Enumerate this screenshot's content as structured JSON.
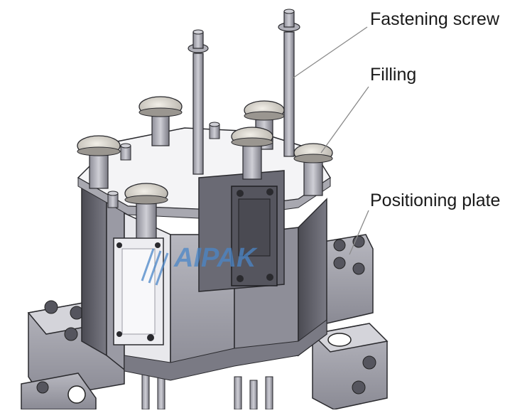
{
  "labels": {
    "fastening_screw": "Fastening screw",
    "filling": "Filling",
    "positioning_plate": "Positioning plate"
  },
  "watermark": {
    "text": "AIPAK",
    "color": "#4a86c8"
  },
  "colors": {
    "background": "#ffffff",
    "metal_light": "#c9c9cf",
    "metal_mid": "#9a9aa4",
    "metal_dark": "#5c5c66",
    "outline": "#2a2a2e",
    "knob_top": "#e4e0d8",
    "leader": "#8a8a8a",
    "window": "#ededf1"
  }
}
